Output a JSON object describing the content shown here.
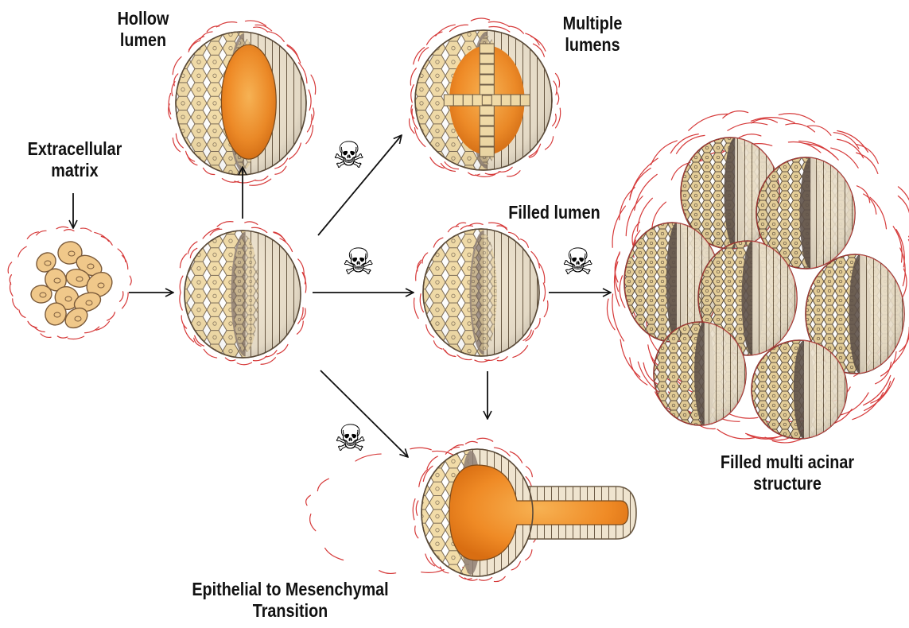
{
  "labels": {
    "hollow_lumen": [
      "Hollow",
      "lumen"
    ],
    "multiple_lumens": [
      "Multiple",
      "lumens"
    ],
    "extracellular_matrix": [
      "Extracellular",
      "matrix"
    ],
    "filled_lumen": [
      "Filled lumen"
    ],
    "filled_multi_acinar": [
      "Filled multi acinar",
      "structure"
    ],
    "emt": [
      "Epithelial to Mesenchymal",
      "Transition"
    ]
  },
  "icons": {
    "toxicity": "skull-and-crossbones-icon",
    "glyph": "☠"
  },
  "colors": {
    "lumen_orange": "#ef8a25",
    "cell_fill": "#f2dca8",
    "cell_outline": "#6b5a44",
    "basal_layer": "#8f7f74",
    "ecm_fibers": "#d63a3a",
    "arrow": "#111111"
  }
}
